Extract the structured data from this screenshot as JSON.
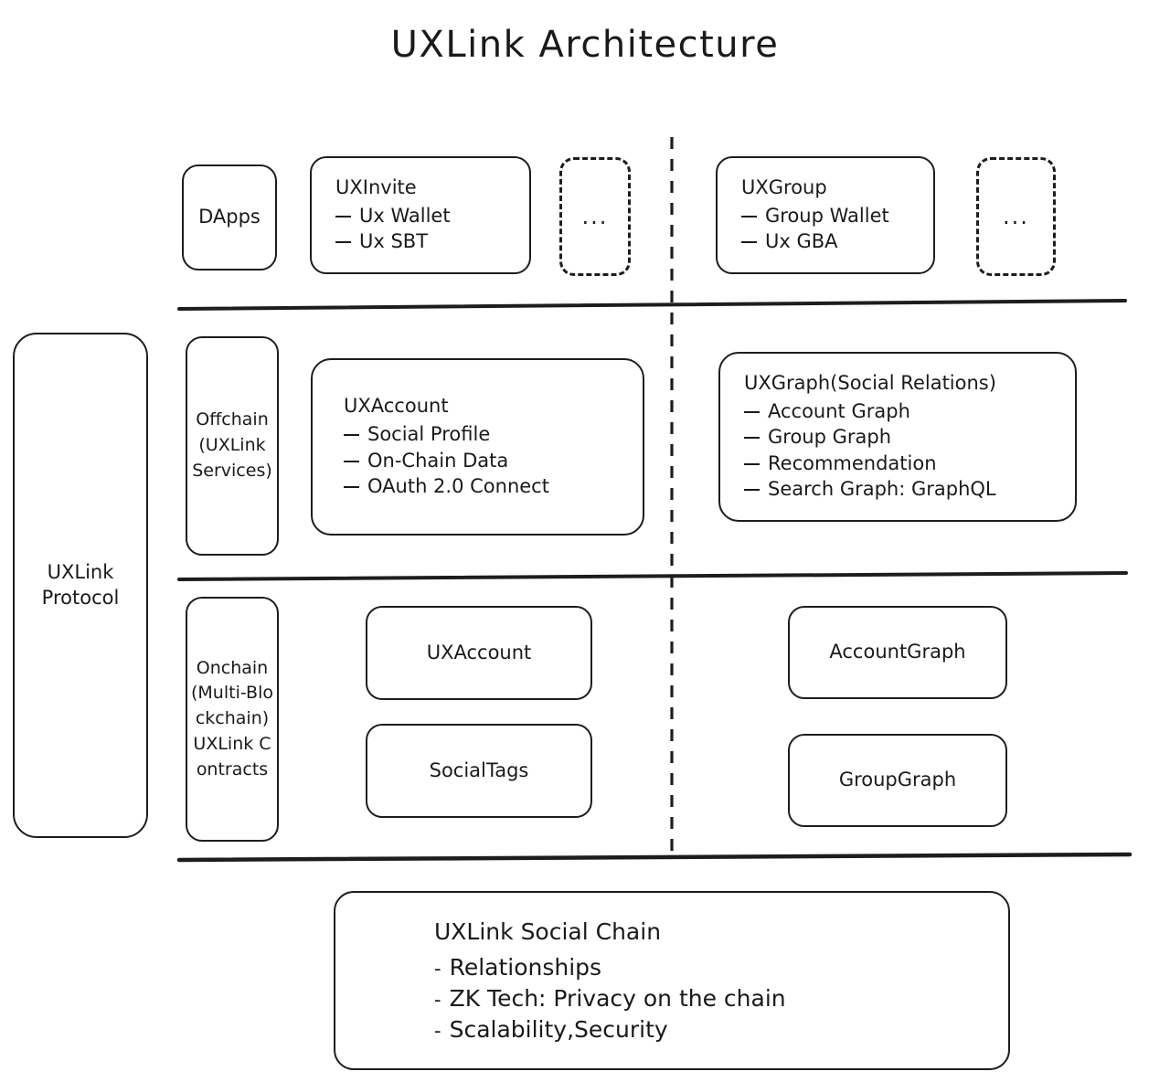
{
  "title": "UXLink Architecture",
  "colors": {
    "stroke": "#1d1d1d",
    "background": "#ffffff",
    "text": "#1a1a1a"
  },
  "protocol": {
    "label_line1": "UXLink",
    "label_line2": "Protocol"
  },
  "layers": {
    "application": {
      "dapps": {
        "label": "DApps"
      },
      "uxinvite": {
        "title": "UXInvite",
        "items": [
          "Ux Wallet",
          "Ux SBT"
        ]
      },
      "more_left": {
        "label": "..."
      },
      "uxgroup": {
        "title": "UXGroup",
        "items": [
          "Group Wallet",
          "Ux GBA"
        ]
      },
      "more_right": {
        "label": "..."
      }
    },
    "offchain": {
      "side_label": "Offchain (UXLink Services)",
      "uxaccount": {
        "title": "UXAccount",
        "items": [
          "Social Profile",
          "On-Chain Data",
          "OAuth 2.0 Connect"
        ]
      },
      "uxgraph": {
        "title": "UXGraph(Social Relations)",
        "items": [
          "Account Graph",
          "Group Graph",
          "Recommendation",
          "Search Graph: GraphQL"
        ]
      }
    },
    "onchain": {
      "side_label": "Onchain (Multi-Blockchain) UXLink Contracts",
      "boxes_left": [
        "UXAccount",
        "SocialTags"
      ],
      "boxes_right": [
        "AccountGraph",
        "GroupGraph"
      ]
    },
    "chain": {
      "title": "UXLink Social Chain",
      "items": [
        "Relationships",
        "ZK Tech: Privacy on the chain",
        "Scalability,Security"
      ]
    }
  }
}
